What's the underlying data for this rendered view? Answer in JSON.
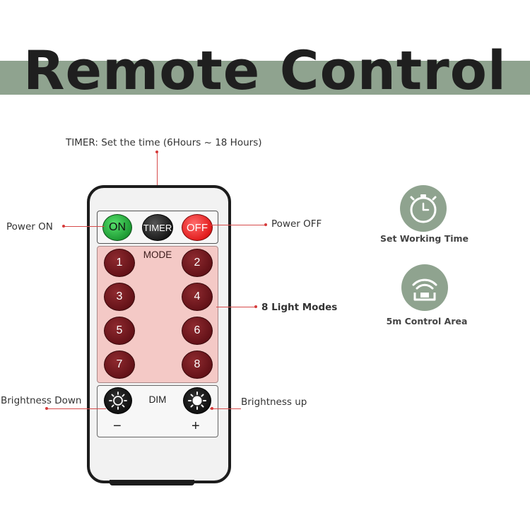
{
  "title": "Remote Control",
  "labels": {
    "timer": "TIMER: Set the time (6Hours ~ 18 Hours)",
    "power_on": "Power ON",
    "power_off": "Power OFF",
    "light_modes": "8 Light Modes",
    "brightness_down": "Brightness Down",
    "brightness_up": "Brightness up"
  },
  "remote": {
    "on": "ON",
    "timer": "TIMER",
    "off": "OFF",
    "mode": "MODE",
    "modes": [
      "1",
      "2",
      "3",
      "4",
      "5",
      "6",
      "7",
      "8"
    ],
    "dim": "DIM",
    "minus": "−",
    "plus": "+"
  },
  "features": [
    {
      "icon": "stopwatch-icon",
      "label": "Set Working Time"
    },
    {
      "icon": "wireless-signal-icon",
      "label": "5m Control Area"
    }
  ],
  "colors": {
    "accent": "#8fa38f",
    "title": "#1f1f1f",
    "leader": "#d64a4a",
    "mode_panel": "#f4c9c6",
    "on_button": "#1e9b34",
    "off_button": "#e21d1d",
    "mode_button": "#641218"
  }
}
